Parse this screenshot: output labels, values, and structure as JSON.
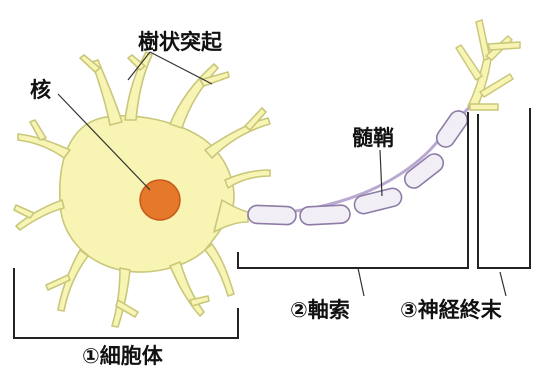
{
  "diagram": {
    "labels": {
      "dendrite": "樹状突起",
      "nucleus": "核",
      "myelin_sheath": "髄鞘",
      "axon": "②軸索",
      "nerve_terminal": "③神経終末",
      "cell_body": "①細胞体"
    },
    "colors": {
      "cell_fill": "#f8f5b4",
      "cell_outline": "#c9c77a",
      "nucleus_fill": "#e6782c",
      "myelin_fill": "#f2eef6",
      "myelin_outline": "#8e7ca6",
      "bracket": "#222222"
    }
  }
}
